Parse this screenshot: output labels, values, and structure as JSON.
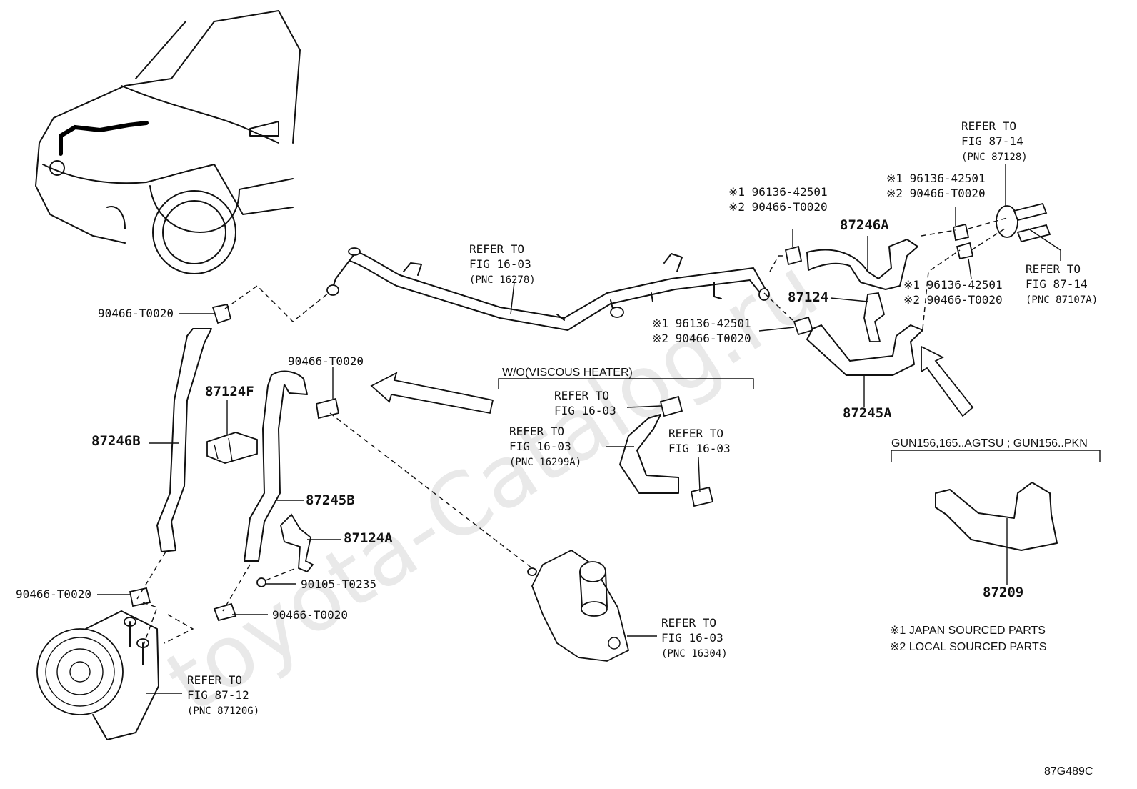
{
  "watermark": "toyota-Catalog.ru",
  "labels": {
    "l_90466_tl": "90466-T0020",
    "l_87246b": "87246B",
    "l_87124f": "87124F",
    "l_90466_mid": "90466-T0020",
    "l_87245b": "87245B",
    "l_87124a": "87124A",
    "l_90105": "90105-T0235",
    "l_90466_bl": "90466-T0020",
    "l_90466_bm": "90466-T0020",
    "l_87246a": "87246A",
    "l_87124": "87124",
    "l_87245a": "87245A",
    "l_87209": "87209",
    "wo_viscous": "W/O(VISCOUS HEATER)",
    "gun_variant": "GUN156,165..AGTSU ; GUN156..PKN",
    "fig_code": "87G489C"
  },
  "refs": {
    "pipe_top": [
      "REFER TO",
      "FIG 16-03",
      "(PNC 16278)"
    ],
    "viscous_top": [
      "REFER TO",
      "FIG 16-03"
    ],
    "viscous_left": [
      "REFER TO",
      "FIG 16-03",
      "(PNC 16299A)"
    ],
    "viscous_right": [
      "REFER TO",
      "FIG 16-03"
    ],
    "water_pump": [
      "REFER TO",
      "FIG 16-03",
      "(PNC 16304)"
    ],
    "vacuum_pump": [
      "REFER TO",
      "FIG 87-12",
      "(PNC 87120G)"
    ],
    "heater_top": [
      "REFER TO",
      "FIG 87-14",
      "(PNC 87128)"
    ],
    "heater_right": [
      "REFER TO",
      "FIG 87-14",
      "(PNC 87107A)"
    ]
  },
  "clamp_groups": {
    "g1": [
      "※1 96136-42501",
      "※2 90466-T0020"
    ],
    "g2": [
      "※1 96136-42501",
      "※2 90466-T0020"
    ],
    "g3": [
      "※1 96136-42501",
      "※2 90466-T0020"
    ],
    "g4": [
      "※1 96136-42501",
      "※2 90466-T0020"
    ]
  },
  "notes": [
    "※1 JAPAN SOURCED PARTS",
    "※2 LOCAL SOURCED PARTS"
  ],
  "colors": {
    "line": "#111111",
    "watermark": "#e9e9e9",
    "background": "#ffffff"
  }
}
